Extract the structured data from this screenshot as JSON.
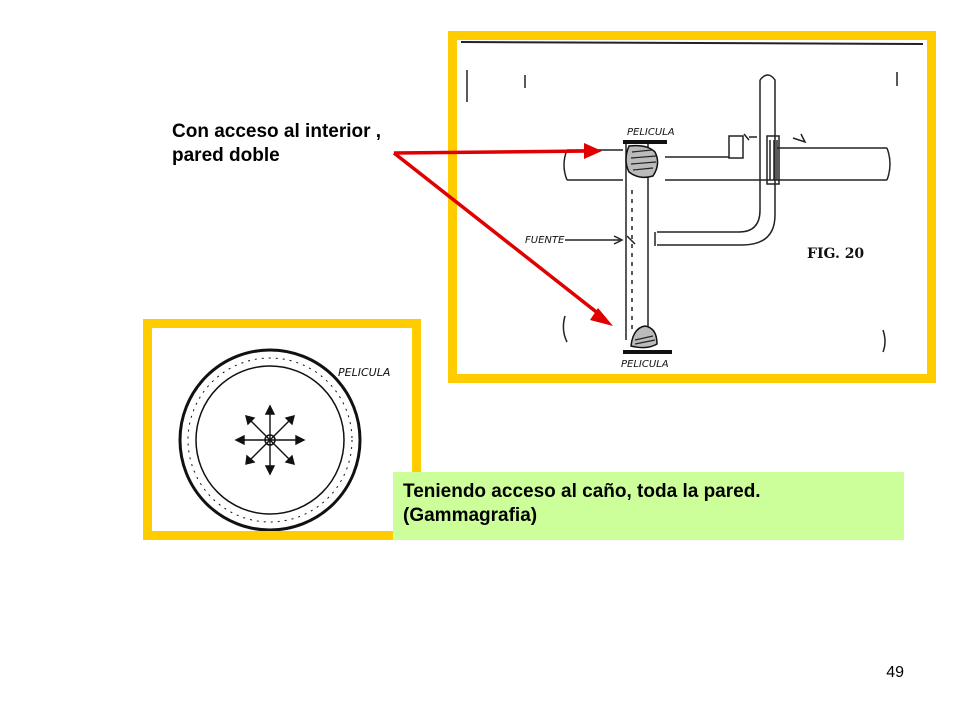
{
  "slide": {
    "caption_top": {
      "line1": "Con acceso al interior ,",
      "line2": "pared doble"
    },
    "caption_box": {
      "line1": "Teniendo acceso al caño, toda la pared.",
      "line2": "(Gammagrafia)"
    },
    "figure": {
      "label": "FIG. 20",
      "film_top": "PELICULA",
      "film_bottom": "PELICULA",
      "source": "FUENTE"
    },
    "circle_figure": {
      "film_label": "PELICULA"
    },
    "page_number": "49",
    "colors": {
      "frame": "#FFCC00",
      "arrow": "#E00000",
      "caption_box_bg": "#CCFF99"
    }
  }
}
